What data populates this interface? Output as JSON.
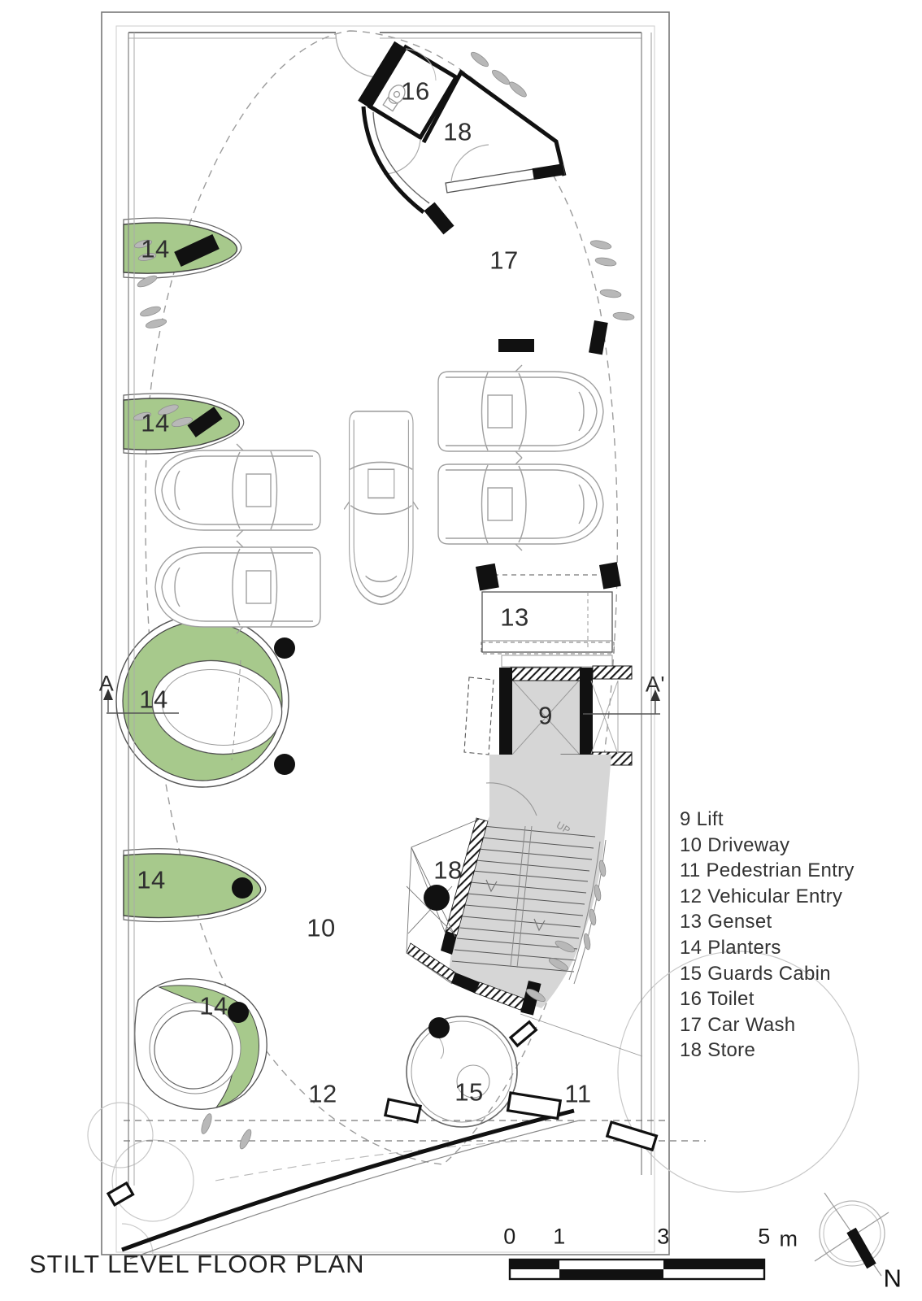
{
  "title": "STILT LEVEL FLOOR PLAN",
  "legend": {
    "items": [
      {
        "text": "9 Lift"
      },
      {
        "text": "10 Driveway"
      },
      {
        "text": "11 Pedestrian Entry"
      },
      {
        "text": "12 Vehicular Entry"
      },
      {
        "text": "13 Genset"
      },
      {
        "text": "14 Planters"
      },
      {
        "text": "15 Guards Cabin"
      },
      {
        "text": "16 Toilet"
      },
      {
        "text": "17 Car Wash"
      },
      {
        "text": "18 Store"
      }
    ]
  },
  "plan": {
    "labels": {
      "toilet": "16",
      "store_top": "18",
      "car_wash": "17",
      "planter_top": "14",
      "planter_second": "14",
      "planter_ring": "14",
      "planter_third": "14",
      "planter_bottom": "14",
      "genset": "13",
      "lift": "9",
      "store_under_stairs": "18",
      "driveway": "10",
      "vehicular_entry": "12",
      "guards_cabin": "15",
      "pedestrian_entry": "11",
      "stairs_direction": "UP",
      "section_left": "A",
      "section_right": "A'"
    }
  },
  "scale_bar": {
    "tick_0": "0",
    "tick_1": "1",
    "tick_3": "3",
    "tick_5": "5",
    "unit": "m"
  },
  "north_arrow": {
    "label": "N"
  },
  "colors": {
    "planter_green": "#a7c98c",
    "structure_gray": "#d6d6d6",
    "line_light": "#9f9f9f",
    "ink": "#1a1a1a"
  }
}
